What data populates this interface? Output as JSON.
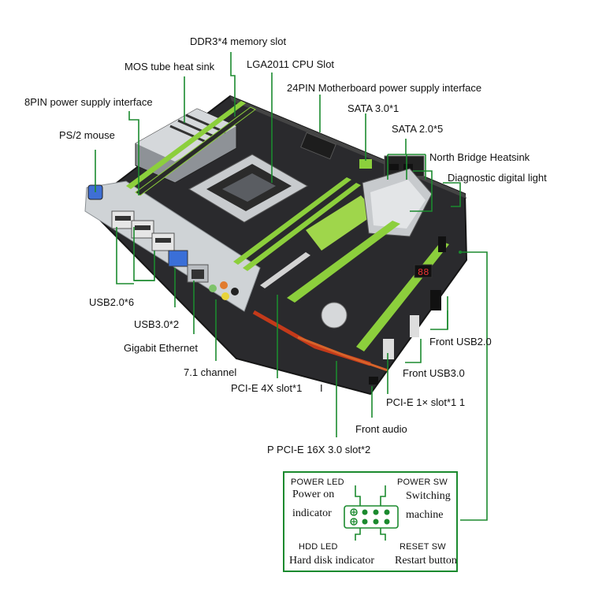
{
  "labels": {
    "ddr3": "DDR3*4 memory slot",
    "mos": "MOS tube heat sink",
    "lga": "LGA2011 CPU Slot",
    "pin24": "24PIN  Motherboard power supply interface",
    "pin8": "8PIN power supply interface",
    "sata3": "SATA 3.0*1",
    "ps2": "PS/2 mouse",
    "sata2": "SATA 2.0*5",
    "northbridge": "North Bridge Heatsink",
    "diag": "Diagnostic digital light",
    "usb2": "USB2.0*6",
    "usb3": "USB3.0*2",
    "gbe": "Gigabit Ethernet",
    "ch71": "7.1 channel",
    "pcie4x": "PCI-E 4X slot*1",
    "pcie4x_mark": "I",
    "front_usb2": "Front USB2.0",
    "front_usb3": "Front USB3.0",
    "pcie1x": "PCI-E 1× slot*1 1",
    "front_audio": "Front audio",
    "pcie16x": "P PCI-E 16X 3.0 slot*2"
  },
  "panel": {
    "power_led": "POWER LED",
    "power_sw": "POWER SW",
    "power_on_indicator_1": "Power on",
    "power_on_indicator_2": "indicator",
    "switching_machine_1": "Switching",
    "switching_machine_2": "machine",
    "hdd_led": "HDD LED",
    "reset_sw": "RESET SW",
    "hard_disk_indicator": "Hard disk indicator",
    "restart_button": "Restart button"
  },
  "board": {
    "codes": "88",
    "colors": {
      "accent": "#8ccf3c",
      "line": "#1b8a2e",
      "pcb": "#2a2a2d"
    }
  }
}
